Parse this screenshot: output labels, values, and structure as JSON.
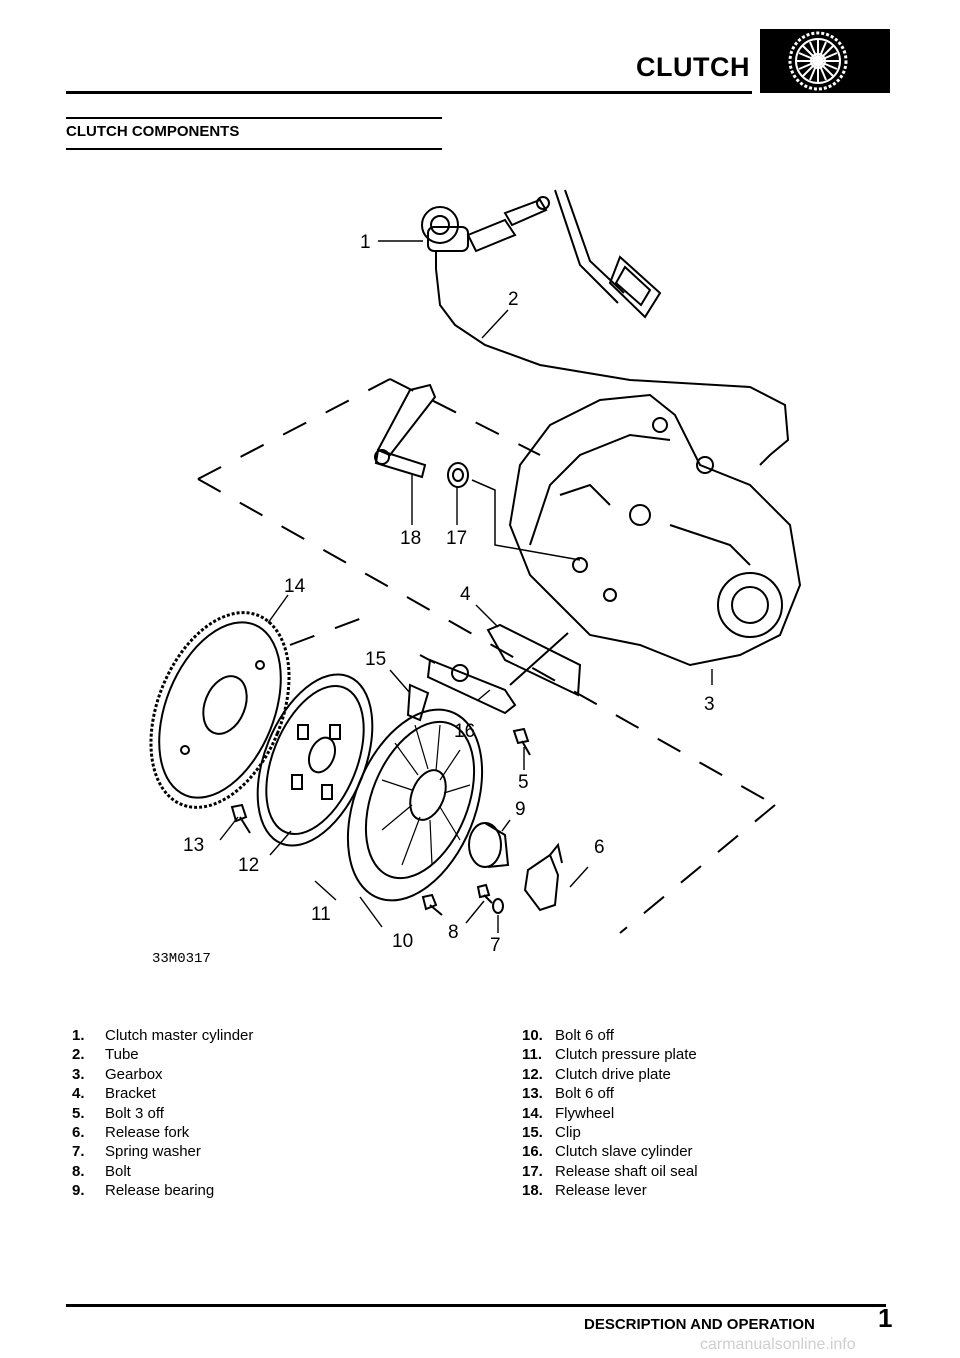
{
  "header": {
    "title": "CLUTCH",
    "icon": "clutch-plate-icon"
  },
  "section": {
    "title": "CLUTCH COMPONENTS"
  },
  "figure": {
    "id": "33M0317",
    "callouts": [
      "1",
      "2",
      "3",
      "4",
      "5",
      "6",
      "7",
      "8",
      "9",
      "10",
      "11",
      "12",
      "13",
      "14",
      "15",
      "16",
      "17",
      "18"
    ]
  },
  "legend": {
    "left": [
      {
        "num": "1.",
        "text": "Clutch master cylinder"
      },
      {
        "num": "2.",
        "text": "Tube"
      },
      {
        "num": "3.",
        "text": "Gearbox"
      },
      {
        "num": "4.",
        "text": "Bracket"
      },
      {
        "num": "5.",
        "text": "Bolt 3 off"
      },
      {
        "num": "6.",
        "text": "Release fork"
      },
      {
        "num": "7.",
        "text": "Spring washer"
      },
      {
        "num": "8.",
        "text": "Bolt"
      },
      {
        "num": "9.",
        "text": "Release bearing"
      }
    ],
    "right": [
      {
        "num": "10.",
        "text": "Bolt 6 off"
      },
      {
        "num": "11.",
        "text": "Clutch pressure plate"
      },
      {
        "num": "12.",
        "text": "Clutch drive plate"
      },
      {
        "num": "13.",
        "text": "Bolt 6 off"
      },
      {
        "num": "14.",
        "text": "Flywheel"
      },
      {
        "num": "15.",
        "text": "Clip"
      },
      {
        "num": "16.",
        "text": "Clutch slave cylinder"
      },
      {
        "num": "17.",
        "text": "Release shaft oil seal"
      },
      {
        "num": "18.",
        "text": "Release lever"
      }
    ]
  },
  "footer": {
    "section": "DESCRIPTION AND OPERATION",
    "page": "1",
    "watermark": "carmanualsonline.info"
  }
}
